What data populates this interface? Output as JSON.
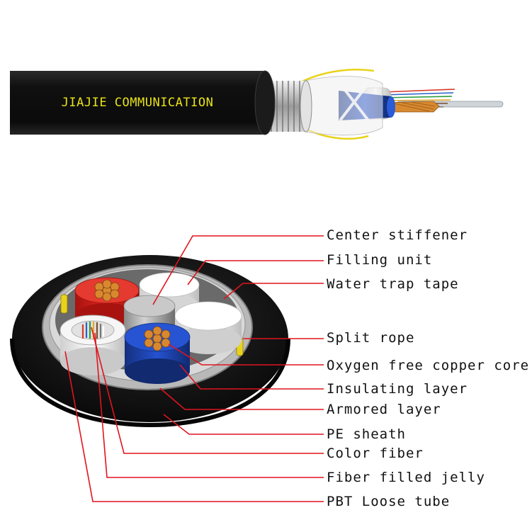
{
  "brand": {
    "text": "JIAJIE COMMUNICATION",
    "color": "#e8e21a"
  },
  "colors": {
    "leader": "#e0141e",
    "sheath": "#161616",
    "red_tube": "#d81f1a",
    "blue_tube": "#1c43b8",
    "copper": "#d8892f"
  },
  "labels": [
    "Center stiffener",
    "Filling unit",
    "Water trap tape",
    "Split rope",
    "Oxygen free copper core",
    "Insulating layer",
    "Armored layer",
    "PE sheath",
    "Color fiber",
    "Fiber filled jelly",
    "PBT Loose tube"
  ]
}
